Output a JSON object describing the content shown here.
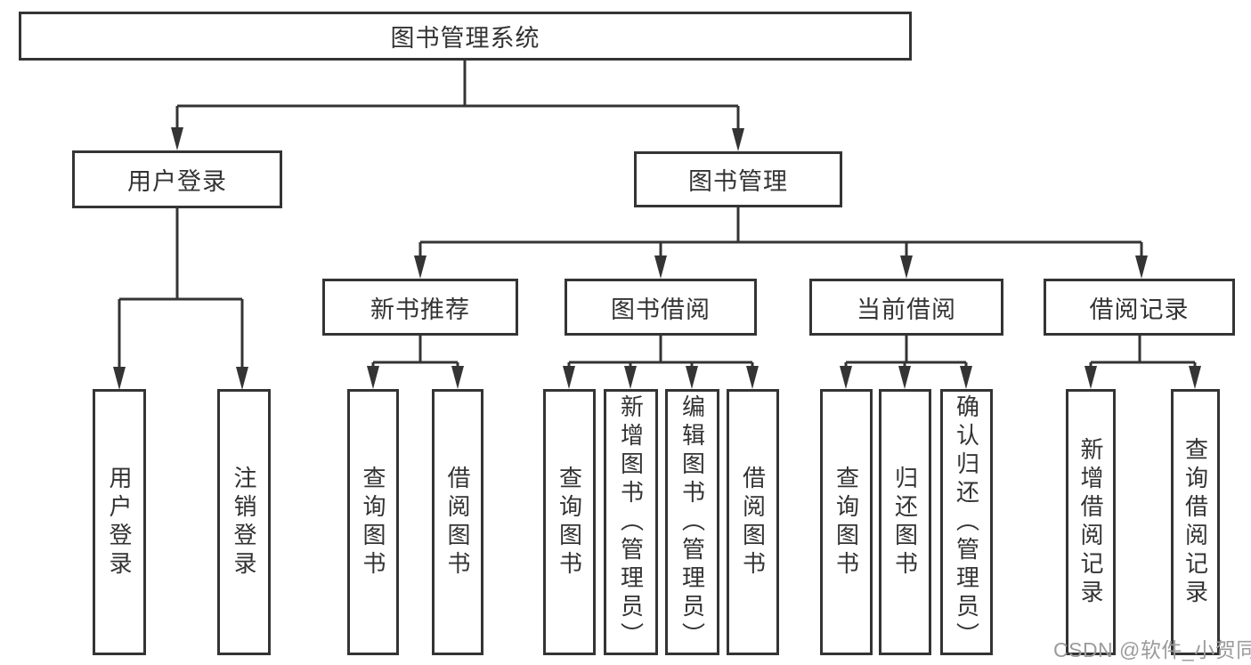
{
  "tree": {
    "label": "图书管理系统",
    "children": [
      {
        "label": "用户登录",
        "children": [
          {
            "label": "用户登录"
          },
          {
            "label": "注销登录"
          }
        ]
      },
      {
        "label": "图书管理",
        "children": [
          {
            "label": "新书推荐",
            "children": [
              {
                "label": "查询图书"
              },
              {
                "label": "借阅图书"
              }
            ]
          },
          {
            "label": "图书借阅",
            "children": [
              {
                "label": "查询图书"
              },
              {
                "label": "新增图书（管理员）"
              },
              {
                "label": "编辑图书（管理员）"
              },
              {
                "label": "借阅图书"
              }
            ]
          },
          {
            "label": "当前借阅",
            "children": [
              {
                "label": "查询图书"
              },
              {
                "label": "归还图书"
              },
              {
                "label": "确认归还（管理员）"
              }
            ]
          },
          {
            "label": "借阅记录",
            "children": [
              {
                "label": "新增借阅记录"
              },
              {
                "label": "查询借阅记录"
              }
            ]
          }
        ]
      }
    ]
  },
  "watermark": "CSDN @软件_小贺同学",
  "colors": {
    "line": "#343434",
    "text": "#333333",
    "watermark": "#9b9b9b",
    "background": "#ffffff"
  }
}
